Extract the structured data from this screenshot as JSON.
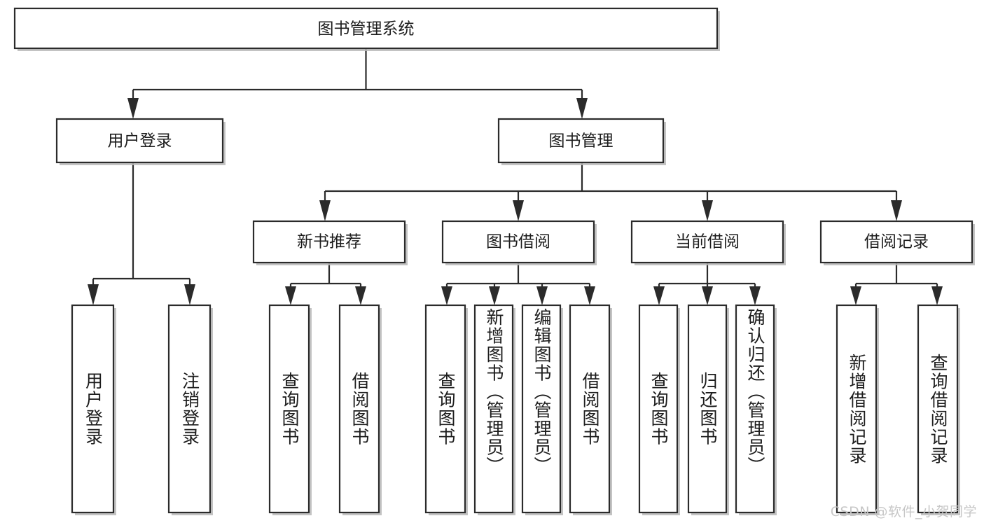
{
  "diagram": {
    "type": "tree",
    "title_node": "图书管理系统",
    "watermark": "CSDN @软件_小贺同学",
    "colors": {
      "box_stroke": "#2b2b2b",
      "box_fill": "#ffffff",
      "text": "#1d1d1d",
      "background": "#ffffff",
      "watermark": "#c7c7c7"
    },
    "nodes": {
      "root": {
        "label": "图书管理系统",
        "orientation": "horizontal"
      },
      "level2": [
        {
          "id": "user-login",
          "label": "用户登录",
          "orientation": "horizontal"
        },
        {
          "id": "book-management",
          "label": "图书管理",
          "orientation": "horizontal"
        }
      ],
      "level3": [
        {
          "id": "new-book-recommend",
          "label": "新书推荐",
          "orientation": "horizontal"
        },
        {
          "id": "book-borrow",
          "label": "图书借阅",
          "orientation": "horizontal"
        },
        {
          "id": "current-borrow",
          "label": "当前借阅",
          "orientation": "horizontal"
        },
        {
          "id": "borrow-record",
          "label": "借阅记录",
          "orientation": "horizontal"
        }
      ],
      "leaves": [
        {
          "id": "leaf-user-login",
          "label": "用户登录",
          "parent": "user-login",
          "orientation": "vertical"
        },
        {
          "id": "leaf-user-logout",
          "label": "注销登录",
          "parent": "user-login",
          "orientation": "vertical"
        },
        {
          "id": "leaf-query-book-1",
          "label": "查询图书",
          "parent": "new-book-recommend",
          "orientation": "vertical"
        },
        {
          "id": "leaf-borrow-book-1",
          "label": "借阅图书",
          "parent": "new-book-recommend",
          "orientation": "vertical"
        },
        {
          "id": "leaf-query-book-2",
          "label": "查询图书",
          "parent": "book-borrow",
          "orientation": "vertical"
        },
        {
          "id": "leaf-add-book",
          "label": "新增图书（管理员）",
          "parent": "book-borrow",
          "orientation": "vertical"
        },
        {
          "id": "leaf-edit-book",
          "label": "编辑图书（管理员）",
          "parent": "book-borrow",
          "orientation": "vertical"
        },
        {
          "id": "leaf-borrow-book-2",
          "label": "借阅图书",
          "parent": "book-borrow",
          "orientation": "vertical"
        },
        {
          "id": "leaf-query-book-3",
          "label": "查询图书",
          "parent": "current-borrow",
          "orientation": "vertical"
        },
        {
          "id": "leaf-return-book",
          "label": "归还图书",
          "parent": "current-borrow",
          "orientation": "vertical"
        },
        {
          "id": "leaf-confirm-return",
          "label": "确认归还（管理员）",
          "parent": "current-borrow",
          "orientation": "vertical"
        },
        {
          "id": "leaf-add-record",
          "label": "新增借阅记录",
          "parent": "borrow-record",
          "orientation": "vertical"
        },
        {
          "id": "leaf-query-record",
          "label": "查询借阅记录",
          "parent": "borrow-record",
          "orientation": "vertical"
        }
      ]
    }
  }
}
